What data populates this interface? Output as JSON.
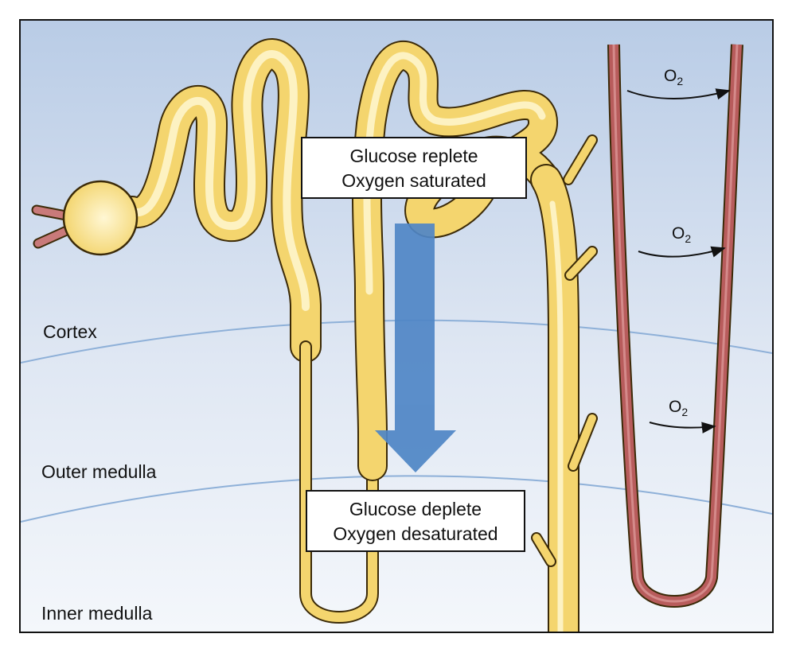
{
  "zones": {
    "cortex": "Cortex",
    "outer_medulla": "Outer medulla",
    "inner_medulla": "Inner medulla"
  },
  "callouts": {
    "top": {
      "line1": "Glucose replete",
      "line2": "Oxygen saturated"
    },
    "bottom": {
      "line1": "Glucose deplete",
      "line2": "Oxygen desaturated"
    }
  },
  "oxygen": {
    "symbol": "O",
    "subscript": "2"
  },
  "colors": {
    "tubule": "#f4d56e",
    "tubule_outline": "#3b2a08",
    "vessel": "#b85c5c",
    "arrow": "#4f86c6",
    "background_top": "#b9cce6",
    "background_bottom": "#f4f7fb",
    "zone_boundary": "#8eb0d8"
  }
}
